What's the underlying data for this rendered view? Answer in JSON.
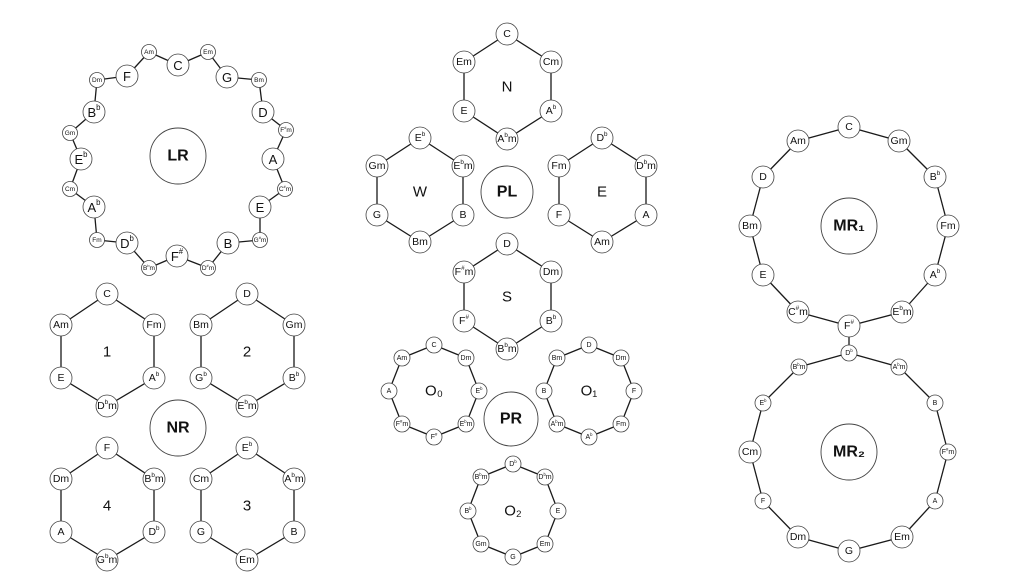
{
  "groups": [
    {
      "id": "lr",
      "nodes": [
        {
          "label": "C",
          "size": "big"
        },
        {
          "label": "Em",
          "size": "tiny"
        },
        {
          "label": "G",
          "size": "big"
        },
        {
          "label": "Bm",
          "size": "tiny"
        },
        {
          "label": "D",
          "size": "big"
        },
        {
          "label": "F#m",
          "size": "tiny"
        },
        {
          "label": "A",
          "size": "big"
        },
        {
          "label": "C#m",
          "size": "tiny"
        },
        {
          "label": "E",
          "size": "big"
        },
        {
          "label": "G#m",
          "size": "tiny"
        },
        {
          "label": "B",
          "size": "big"
        },
        {
          "label": "D#m",
          "size": "tiny"
        },
        {
          "label": "F#",
          "size": "big"
        },
        {
          "label": "Bbm",
          "size": "tiny"
        },
        {
          "label": "Db",
          "size": "big"
        },
        {
          "label": "Fm",
          "size": "tiny"
        },
        {
          "label": "Ab",
          "size": "big"
        },
        {
          "label": "Cm",
          "size": "tiny"
        },
        {
          "label": "Eb",
          "size": "big"
        },
        {
          "label": "Gm",
          "size": "tiny"
        },
        {
          "label": "Bb",
          "size": "big"
        },
        {
          "label": "Dm",
          "size": "tiny"
        },
        {
          "label": "F",
          "size": "big"
        },
        {
          "label": "Am",
          "size": "tiny"
        }
      ]
    },
    {
      "id": "nr1",
      "nodes": [
        {
          "label": "C",
          "size": "med"
        },
        {
          "label": "Fm",
          "size": "med"
        },
        {
          "label": "Ab",
          "size": "med"
        },
        {
          "label": "Dbm",
          "size": "med"
        },
        {
          "label": "E",
          "size": "med"
        },
        {
          "label": "Am",
          "size": "med"
        }
      ]
    },
    {
      "id": "nr2",
      "nodes": [
        {
          "label": "D",
          "size": "med"
        },
        {
          "label": "Gm",
          "size": "med"
        },
        {
          "label": "Bb",
          "size": "med"
        },
        {
          "label": "Ebm",
          "size": "med"
        },
        {
          "label": "Gb",
          "size": "med"
        },
        {
          "label": "Bm",
          "size": "med"
        }
      ]
    },
    {
      "id": "nr4",
      "nodes": [
        {
          "label": "F",
          "size": "med"
        },
        {
          "label": "Bbm",
          "size": "med"
        },
        {
          "label": "Db",
          "size": "med"
        },
        {
          "label": "Gbm",
          "size": "med"
        },
        {
          "label": "A",
          "size": "med"
        },
        {
          "label": "Dm",
          "size": "med"
        }
      ]
    },
    {
      "id": "nr3",
      "nodes": [
        {
          "label": "Eb",
          "size": "med"
        },
        {
          "label": "Abm",
          "size": "med"
        },
        {
          "label": "B",
          "size": "med"
        },
        {
          "label": "Em",
          "size": "med"
        },
        {
          "label": "G",
          "size": "med"
        },
        {
          "label": "Cm",
          "size": "med"
        }
      ]
    },
    {
      "id": "n",
      "nodes": [
        {
          "label": "C",
          "size": "med"
        },
        {
          "label": "Cm",
          "size": "med"
        },
        {
          "label": "Ab",
          "size": "med"
        },
        {
          "label": "Abm",
          "size": "med"
        },
        {
          "label": "E",
          "size": "med"
        },
        {
          "label": "Em",
          "size": "med"
        }
      ]
    },
    {
      "id": "w",
      "nodes": [
        {
          "label": "Eb",
          "size": "med"
        },
        {
          "label": "Ebm",
          "size": "med"
        },
        {
          "label": "B",
          "size": "med"
        },
        {
          "label": "Bm",
          "size": "med"
        },
        {
          "label": "G",
          "size": "med"
        },
        {
          "label": "Gm",
          "size": "med"
        }
      ]
    },
    {
      "id": "e",
      "nodes": [
        {
          "label": "Db",
          "size": "med"
        },
        {
          "label": "Dbm",
          "size": "med"
        },
        {
          "label": "A",
          "size": "med"
        },
        {
          "label": "Am",
          "size": "med"
        },
        {
          "label": "F",
          "size": "med"
        },
        {
          "label": "Fm",
          "size": "med"
        }
      ]
    },
    {
      "id": "s",
      "nodes": [
        {
          "label": "D",
          "size": "med"
        },
        {
          "label": "Dm",
          "size": "med"
        },
        {
          "label": "Bb",
          "size": "med"
        },
        {
          "label": "Bbm",
          "size": "med"
        },
        {
          "label": "F#",
          "size": "med"
        },
        {
          "label": "F#m",
          "size": "med"
        }
      ]
    },
    {
      "id": "o0",
      "nodes": [
        {
          "label": "C",
          "size": "small"
        },
        {
          "label": "Dm",
          "size": "small"
        },
        {
          "label": "Eb",
          "size": "small"
        },
        {
          "label": "Ebm",
          "size": "small"
        },
        {
          "label": "F#",
          "size": "small"
        },
        {
          "label": "F#m",
          "size": "small"
        },
        {
          "label": "A",
          "size": "small"
        },
        {
          "label": "Am",
          "size": "small"
        }
      ]
    },
    {
      "id": "o1",
      "nodes": [
        {
          "label": "D",
          "size": "small"
        },
        {
          "label": "Dm",
          "size": "small"
        },
        {
          "label": "F",
          "size": "small"
        },
        {
          "label": "Fm",
          "size": "small"
        },
        {
          "label": "Ab",
          "size": "small"
        },
        {
          "label": "Abm",
          "size": "small"
        },
        {
          "label": "B",
          "size": "small"
        },
        {
          "label": "Bm",
          "size": "small"
        }
      ]
    },
    {
      "id": "o2",
      "nodes": [
        {
          "label": "Db",
          "size": "small"
        },
        {
          "label": "Dbm",
          "size": "small"
        },
        {
          "label": "E",
          "size": "small"
        },
        {
          "label": "Em",
          "size": "small"
        },
        {
          "label": "G",
          "size": "small"
        },
        {
          "label": "Gm",
          "size": "small"
        },
        {
          "label": "Bb",
          "size": "small"
        },
        {
          "label": "Bbm",
          "size": "small"
        }
      ]
    },
    {
      "id": "mr1",
      "nodes": [
        {
          "label": "C",
          "size": "med"
        },
        {
          "label": "Gm",
          "size": "med"
        },
        {
          "label": "Bb",
          "size": "med"
        },
        {
          "label": "Fm",
          "size": "med"
        },
        {
          "label": "Ab",
          "size": "med"
        },
        {
          "label": "Ebm",
          "size": "med"
        },
        {
          "label": "F#",
          "size": "med"
        },
        {
          "label": "C#m",
          "size": "med"
        },
        {
          "label": "E",
          "size": "med"
        },
        {
          "label": "Bm",
          "size": "med"
        },
        {
          "label": "D",
          "size": "med"
        },
        {
          "label": "Am",
          "size": "med"
        }
      ]
    },
    {
      "id": "mr2",
      "nodes": [
        {
          "label": "Db",
          "size": "small"
        },
        {
          "label": "Abm",
          "size": "small"
        },
        {
          "label": "B",
          "size": "small"
        },
        {
          "label": "F#m",
          "size": "small"
        },
        {
          "label": "A",
          "size": "small"
        },
        {
          "label": "Em",
          "size": "med"
        },
        {
          "label": "G",
          "size": "med"
        },
        {
          "label": "Dm",
          "size": "med"
        },
        {
          "label": "F",
          "size": "small"
        },
        {
          "label": "Cm",
          "size": "med"
        },
        {
          "label": "Eb",
          "size": "small"
        },
        {
          "label": "Bbm",
          "size": "small"
        }
      ]
    }
  ],
  "hubs": {
    "lr": "LR",
    "nr": "NR",
    "pl": "PL",
    "pr": "PR",
    "mr1": "MR₁",
    "mr2": "MR₂"
  },
  "cycle_labels": {
    "nr1": "1",
    "nr2": "2",
    "nr4": "4",
    "nr3": "3",
    "n": "N",
    "w": "W",
    "e": "E",
    "s": "S",
    "o0": "O₀",
    "o1": "O₁",
    "o2": "O₂"
  }
}
